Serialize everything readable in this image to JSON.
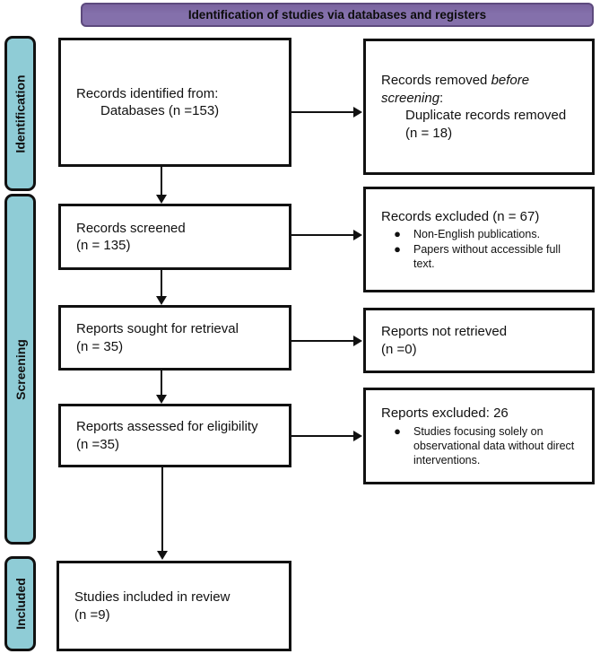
{
  "banner": {
    "label": "Identification of studies via databases and registers"
  },
  "stages": [
    {
      "label": "Identification"
    },
    {
      "label": "Screening"
    },
    {
      "label": "Included"
    }
  ],
  "boxes": {
    "identified": {
      "line1": "Records identified from:",
      "line2": "Databases (n =153)"
    },
    "removed": {
      "prefix": "Records removed ",
      "italic": "before screening",
      "suffix": ":",
      "line2": "Duplicate records removed",
      "line3": "(n = 18)"
    },
    "screened": {
      "line1": "Records screened",
      "line2": "(n = 135)"
    },
    "excluded_records": {
      "title": "Records excluded (n = 67)",
      "bullets": [
        "Non-English publications.",
        "Papers without accessible full text."
      ]
    },
    "sought": {
      "line1": "Reports sought for retrieval",
      "line2": "(n = 35)"
    },
    "not_retrieved": {
      "line1": "Reports not retrieved",
      "line2": "(n =0)"
    },
    "assessed": {
      "line1": "Reports assessed for eligibility",
      "line2": "(n =35)"
    },
    "excluded_reports": {
      "title": "Reports excluded: 26",
      "bullets": [
        "Studies focusing solely on observational data without direct interventions."
      ]
    },
    "included": {
      "line1": "Studies included in review",
      "line2": "(n =9)"
    }
  },
  "colors": {
    "banner_fill": "#8470ab",
    "banner_border": "#5d4a7d",
    "stage_fill": "#8fccd6",
    "box_border": "#111111",
    "arrow": "#111111"
  }
}
